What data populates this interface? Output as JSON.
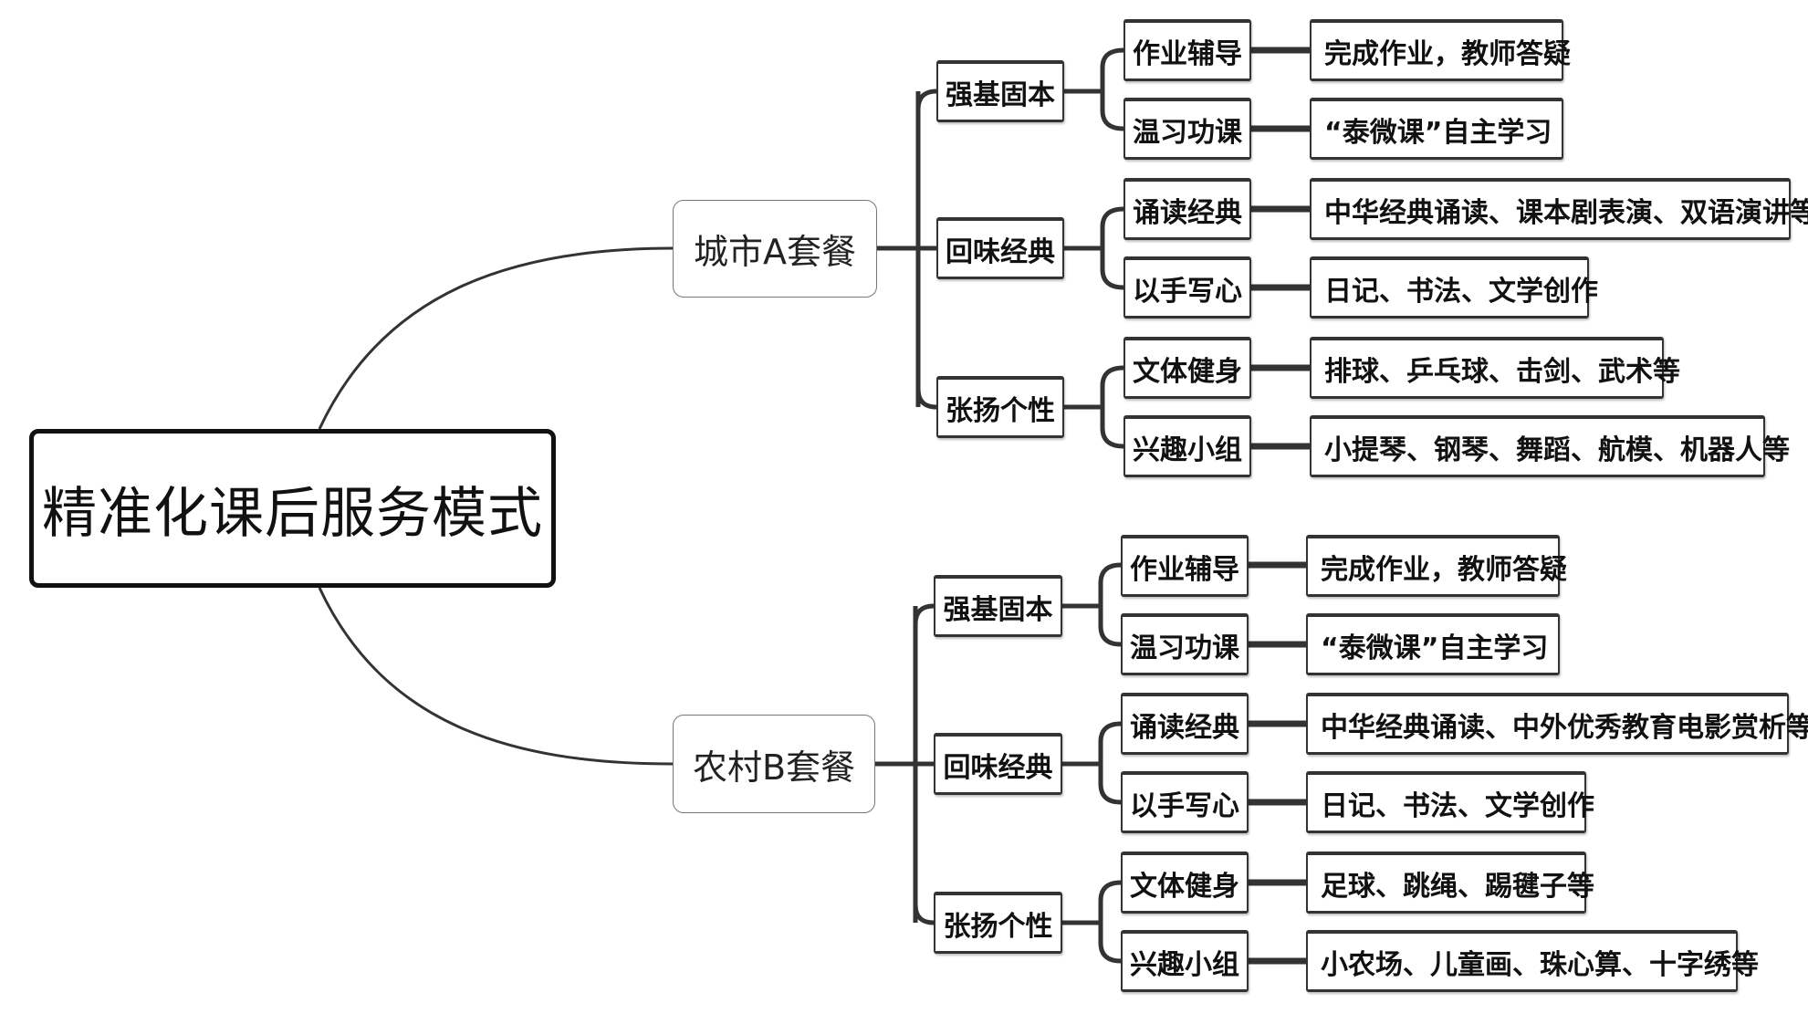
{
  "root": {
    "label": "精准化课后服务模式"
  },
  "packages": [
    {
      "label": "城市A套餐",
      "branches": [
        {
          "label": "强基固本",
          "items": [
            {
              "label": "作业辅导",
              "detail": "完成作业，教师答疑"
            },
            {
              "label": "温习功课",
              "detail": "“泰微课”自主学习"
            }
          ]
        },
        {
          "label": "回味经典",
          "items": [
            {
              "label": "诵读经典",
              "detail": "中华经典诵读、课本剧表演、双语演讲等"
            },
            {
              "label": "以手写心",
              "detail": "日记、书法、文学创作"
            }
          ]
        },
        {
          "label": "张扬个性",
          "items": [
            {
              "label": "文体健身",
              "detail": "排球、乒乓球、击剑、武术等"
            },
            {
              "label": "兴趣小组",
              "detail": "小提琴、钢琴、舞蹈、航模、机器人等"
            }
          ]
        }
      ]
    },
    {
      "label": "农村B套餐",
      "branches": [
        {
          "label": "强基固本",
          "items": [
            {
              "label": "作业辅导",
              "detail": "完成作业，教师答疑"
            },
            {
              "label": "温习功课",
              "detail": "“泰微课”自主学习"
            }
          ]
        },
        {
          "label": "回味经典",
          "items": [
            {
              "label": "诵读经典",
              "detail": "中华经典诵读、中外优秀教育电影赏析等"
            },
            {
              "label": "以手写心",
              "detail": "日记、书法、文学创作"
            }
          ]
        },
        {
          "label": "张扬个性",
          "items": [
            {
              "label": "文体健身",
              "detail": "足球、跳绳、踢毽子等"
            },
            {
              "label": "兴趣小组",
              "detail": "小农场、儿童画、珠心算、十字绣等"
            }
          ]
        }
      ]
    }
  ]
}
